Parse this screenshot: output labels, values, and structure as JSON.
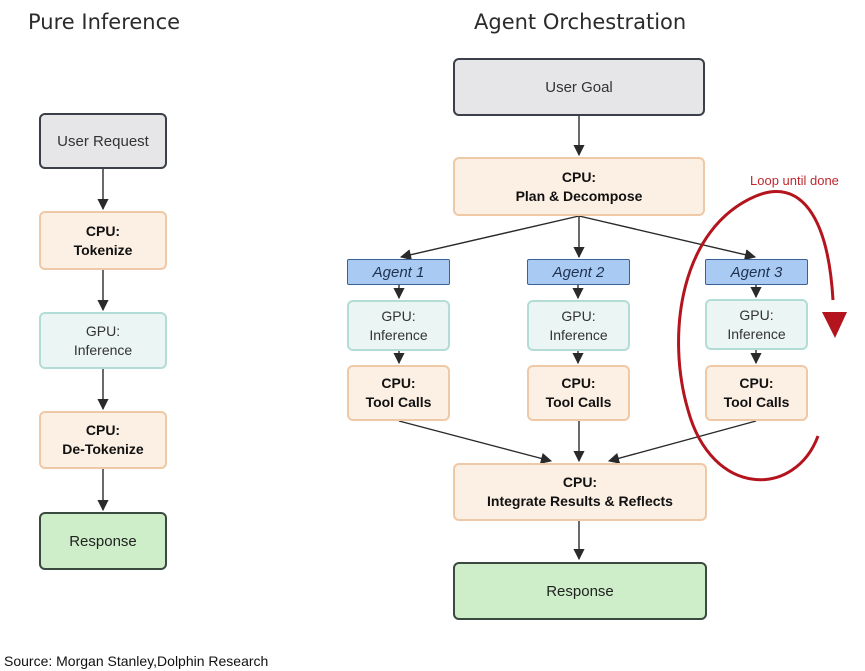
{
  "left": {
    "title": "Pure Inference",
    "user_request": "User Request",
    "tokenize": [
      "CPU:",
      "Tokenize"
    ],
    "inference": [
      "GPU:",
      "Inference"
    ],
    "detokenize": [
      "CPU:",
      "De-Tokenize"
    ],
    "response": "Response"
  },
  "right": {
    "title": "Agent Orchestration",
    "user_goal": "User Goal",
    "plan": [
      "CPU:",
      "Plan & Decompose"
    ],
    "agents": [
      {
        "label": "Agent 1",
        "gpu": [
          "GPU:",
          "Inference"
        ],
        "cpu": [
          "CPU:",
          "Tool Calls"
        ]
      },
      {
        "label": "Agent 2",
        "gpu": [
          "GPU:",
          "Inference"
        ],
        "cpu": [
          "CPU:",
          "Tool Calls"
        ]
      },
      {
        "label": "Agent 3",
        "gpu": [
          "GPU:",
          "Inference"
        ],
        "cpu": [
          "CPU:",
          "Tool Calls"
        ]
      }
    ],
    "integrate": [
      "CPU:",
      "Integrate Results & Reflects"
    ],
    "response": "Response",
    "loop_label": "Loop until done"
  },
  "colors": {
    "loop_red": "#b3141d",
    "cpu_fill": "#fcefe3",
    "gpu_fill": "#eaf5f4",
    "agent_fill": "#a9cbf3",
    "response_fill": "#cdeec8",
    "request_fill": "#e6e6e8"
  },
  "source": "Source: Morgan Stanley,Dolphin Research"
}
